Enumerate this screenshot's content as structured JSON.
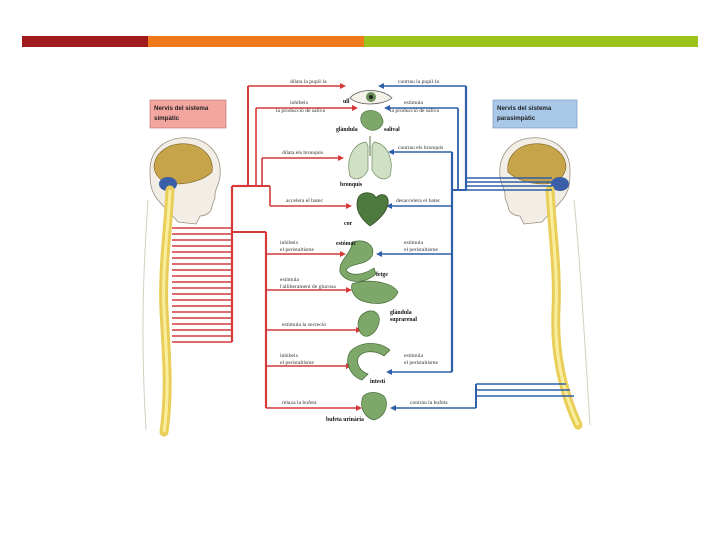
{
  "colors": {
    "bar_red": "#a01c1c",
    "bar_orange": "#f0791c",
    "bar_green": "#9cc31c",
    "sympathetic": "#d43a3a",
    "parasympathetic": "#2f5fa8",
    "sym_box": "#f3a6a0",
    "para_box": "#a9c8e8",
    "organ": "#7ea86a",
    "spine": "#f2e27a"
  },
  "sympathetic_header": [
    "Nervis del sistema",
    "simpàtic"
  ],
  "parasympathetic_header": [
    "Nervis del sistema",
    "parasimpàtic"
  ],
  "organs": {
    "ull": "ull",
    "glandula": "glàndula",
    "salival": "salival",
    "bronquis": "bronquis",
    "cor": "cor",
    "estomac": "estómac",
    "fetge": "fetge",
    "glandula2": "glàndula",
    "suprarenal": "suprarenal",
    "intesti": "intestí",
    "bufeta": "bufeta urinària"
  },
  "sympathetic_effects": {
    "pupil": "dilata la pupil·la",
    "saliva1": "inhibeix",
    "saliva2": "la producció de saliva",
    "bronquis": "dilata els bronquis",
    "batec": "accelera el batec",
    "perist1": "inhibeix",
    "perist2": "el peristaltisme",
    "glucosa1": "estimula",
    "glucosa2": "l'alliberament de glucosa",
    "secrecio": "estimula la secreció",
    "intest1": "inhibeix",
    "intest2": "el peristaltisme",
    "bufeta": "relaxa la bufeta"
  },
  "parasympathetic_effects": {
    "pupil": "contrau la pupil·la",
    "saliva1": "estimula",
    "saliva2": "la producció de saliva",
    "bronquis": "contrau els bronquis",
    "batec": "desaccelera el batec",
    "perist1": "estimula",
    "perist2": "el peristaltisme",
    "intest1": "estimula",
    "intest2": "el peristaltisme",
    "bufeta": "contrau la bufeta"
  }
}
